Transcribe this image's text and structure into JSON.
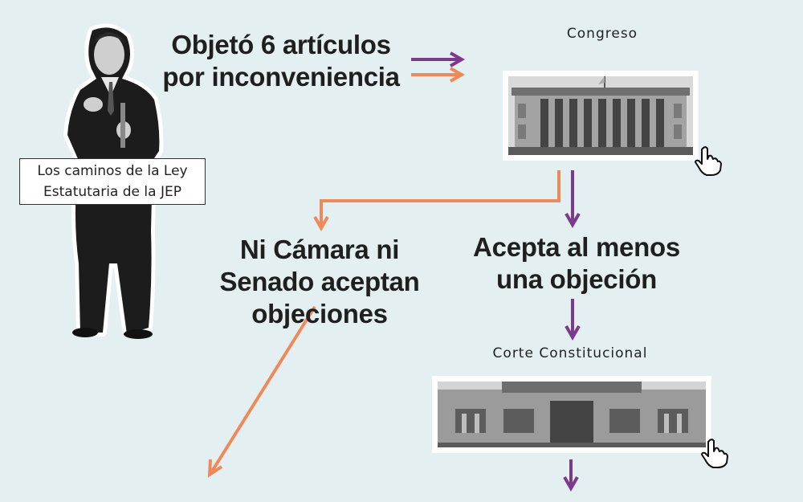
{
  "person_label": "Los caminos de la Ley Estatutaria de la JEP",
  "start_text": "Objetó 6 artículos por inconveniencia",
  "congreso": {
    "caption": "Congreso"
  },
  "branch_left": "Ni Cámara ni Senado aceptan objeciones",
  "branch_right": "Acepta al menos una objeción",
  "corte": {
    "caption": "Corte Constitucional"
  },
  "colors": {
    "background": "#e3eff0",
    "purple": "#7b3a8b",
    "orange": "#ee8a5a",
    "text": "#1f1f1f"
  },
  "icons": [
    "hand-pointer-icon"
  ]
}
